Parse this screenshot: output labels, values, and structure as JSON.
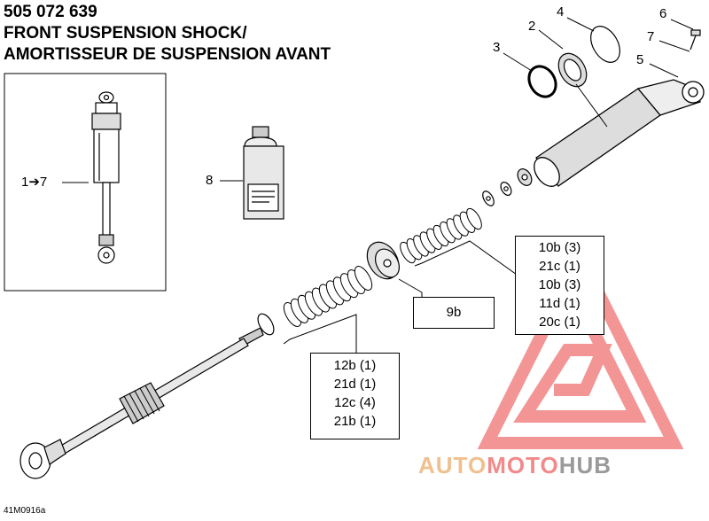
{
  "header": {
    "part_number": "505 072 639",
    "title_en": "FRONT SUSPENSION SHOCK/",
    "title_fr": "AMORTISSEUR DE SUSPENSION AVANT"
  },
  "callouts": {
    "c1to7": "1➔7",
    "c2": "2",
    "c3": "3",
    "c4": "4",
    "c5": "5",
    "c6": "6",
    "c7": "7",
    "c8": "8"
  },
  "boxes": {
    "box_9b": "9b",
    "box_right": [
      "10b (3)",
      "21c (1)",
      "10b (3)",
      "11d (1)",
      "20c (1)"
    ],
    "box_bottom": [
      "12b (1)",
      "21d (1)",
      "12c (4)",
      "21b (1)"
    ]
  },
  "figure_code": "41M0916a",
  "watermark": {
    "part1": "AUTO",
    "part2": "MOTO",
    "part3": "HUB",
    "color_triangle": "#f28a8a",
    "color_auto": "#f0c090",
    "color_hub": "#9a9a9a"
  }
}
